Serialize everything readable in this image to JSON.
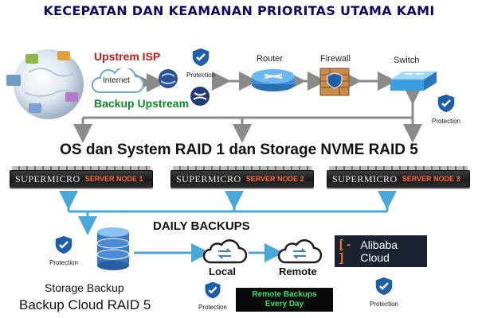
{
  "title": "KECEPATAN DAN KEAMANAN PRIORITAS UTAMA KAMI",
  "network": {
    "upstream_isp": "Upstrem ISP",
    "backup_upstream": "Backup Upstream",
    "internet": "Internet",
    "router": "Router",
    "firewall": "Firewall",
    "switch": "Switch",
    "protection": "Protection"
  },
  "section_title": "OS dan System RAID 1 dan Storage NVME RAID 5",
  "servers": [
    {
      "brand": "SUPERMICRO",
      "node": "SERVER NODE 1"
    },
    {
      "brand": "SUPERMICRO",
      "node": "SERVER NODE 2"
    },
    {
      "brand": "SUPERMICRO",
      "node": "SERVER NODE 3"
    }
  ],
  "backup": {
    "daily": "DAILY BACKUPS",
    "local": "Local",
    "remote": "Remote",
    "remote_every_day_line1": "Remote Backups",
    "remote_every_day_line2": "Every Day",
    "alibaba": "Alibaba Cloud",
    "storage_line1": "Storage Backup",
    "storage_line2": "Backup Cloud RAID 5"
  },
  "colors": {
    "title": "#0b0b66",
    "shield_blue": "#1f5fa8",
    "arrow_gray": "#8a8a8a",
    "arrow_blue": "#4aa8d8",
    "upstream_red": "#d01414",
    "backup_green": "#0a8a2a"
  },
  "icons": [
    "globe-icon",
    "cloud-icon",
    "router-icon",
    "firewall-icon",
    "switch-icon",
    "shield-icon",
    "database-icon",
    "sync-cloud-icon",
    "alibaba-logo-icon"
  ]
}
